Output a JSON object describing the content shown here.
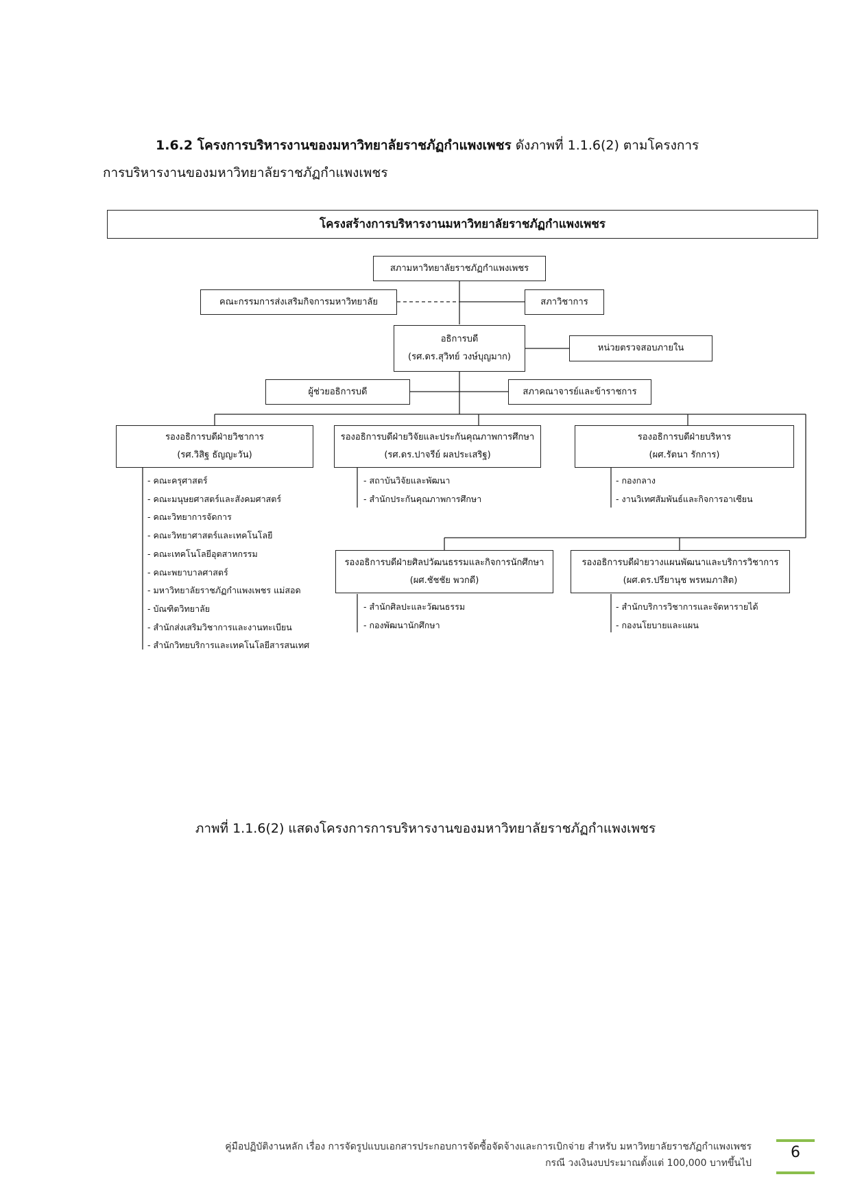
{
  "heading": {
    "number": "1.6.2",
    "bold_title": "โครงการบริหารงานของมหาวิทยาลัยราชภัฏกำแพงเพชร",
    "line1_rest": "ดังภาพที่ 1.1.6(2) ตามโครงการ",
    "line2": "การบริหารงานของมหาวิทยาลัยราชภัฏกำแพงเพชร"
  },
  "chart": {
    "title": "โครงสร้างการบริหารงานมหาวิทยาลัยราชภัฏกำแพงเพชร",
    "council": "สภามหาวิทยาลัยราชภัฏกำแพงเพชร",
    "promotion_committee": "คณะกรรมการส่งเสริมกิจการมหาวิทยาลัย",
    "academic_council": "สภาวิชาการ",
    "president": {
      "title": "อธิการบดี",
      "name": "(รศ.ดร.สุวิทย์  วงษ์บุญมาก)"
    },
    "internal_audit": "หน่วยตรวจสอบภายใน",
    "assistant_president": "ผู้ช่วยอธิการบดี",
    "faculty_senate": "สภาคณาจารย์และข้าราชการ",
    "vp_academic": {
      "title": "รองอธิการบดีฝ่ายวิชาการ",
      "name": "(รศ.วิสิฐ  ธัญญะวัน)",
      "units": [
        "- คณะครุศาสตร์",
        "- คณะมนุษยศาสตร์และสังคมศาสตร์",
        "- คณะวิทยาการจัดการ",
        "- คณะวิทยาศาสตร์และเทคโนโลยี",
        "- คณะเทคโนโลยีอุตสาหกรรม",
        "- คณะพยาบาลศาสตร์",
        "- มหาวิทยาลัยราชภัฏกำแพงเพชร แม่สอด",
        "- บัณฑิตวิทยาลัย",
        "- สำนักส่งเสริมวิชาการและงานทะเบียน",
        "- สำนักวิทยบริการและเทคโนโลยีสารสนเทศ"
      ]
    },
    "vp_research": {
      "title": "รองอธิการบดีฝ่ายวิจัยและประกันคุณภาพการศึกษา",
      "name": "(รศ.ดร.ปาจรีย์  ผลประเสริฐ)",
      "units": [
        "- สถาบันวิจัยและพัฒนา",
        "- สำนักประกันคุณภาพการศึกษา"
      ]
    },
    "vp_admin": {
      "title": "รองอธิการบดีฝ่ายบริหาร",
      "name": "(ผศ.รัตนา  รักการ)",
      "units": [
        "- กองกลาง",
        "- งานวิเทศสัมพันธ์และกิจการอาเซียน"
      ]
    },
    "vp_culture": {
      "title": "รองอธิการบดีฝ่ายศิลปวัฒนธรรมและกิจการนักศึกษา",
      "name": "(ผศ.ชัชชัย  พวกดี)",
      "units": [
        "- สำนักศิลปะและวัฒนธรรม",
        "- กองพัฒนานักศึกษา"
      ]
    },
    "vp_planning": {
      "title": "รองอธิการบดีฝ่ายวางแผนพัฒนาและบริการวิชาการ",
      "name": "(ผศ.ดร.ปรียานุช  พรหมภาสิต)",
      "units": [
        "- สำนักบริการวิชาการและจัดหารายได้",
        "- กองนโยบายและแผน"
      ]
    }
  },
  "caption": "ภาพที่ 1.1.6(2) แสดงโครงการการบริหารงานของมหาวิทยาลัยราชภัฏกำแพงเพชร",
  "footer": {
    "line1": "คู่มือปฏิบัติงานหลัก เรื่อง การจัดรูปแบบเอกสารประกอบการจัดซื้อจัดจ้างและการเบิกจ่าย  สำหรับ มหาวิทยาลัยราชภัฏกำแพงเพชร",
    "line2": "กรณี วงเงินงบประมาณตั้งแต่ 100,000 บาทขึ้นไป"
  },
  "page_number": "6",
  "colors": {
    "accent": "#8bbe4c",
    "line": "#222222"
  }
}
